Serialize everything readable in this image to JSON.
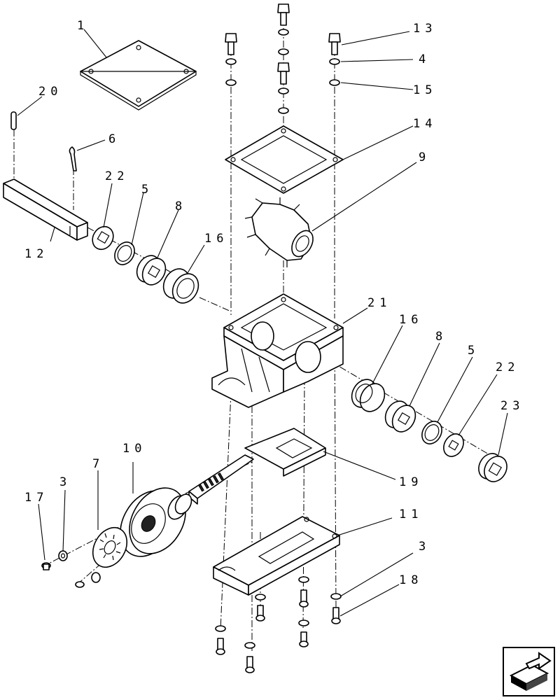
{
  "diagram": {
    "callouts": [
      {
        "id": "1",
        "text": "1"
      },
      {
        "id": "3a",
        "text": "3"
      },
      {
        "id": "3b",
        "text": "3"
      },
      {
        "id": "4",
        "text": "4"
      },
      {
        "id": "5a",
        "text": "5"
      },
      {
        "id": "5b",
        "text": "5"
      },
      {
        "id": "6",
        "text": "6"
      },
      {
        "id": "7",
        "text": "7"
      },
      {
        "id": "8a",
        "text": "8"
      },
      {
        "id": "8b",
        "text": "8"
      },
      {
        "id": "9",
        "text": "9"
      },
      {
        "id": "10",
        "text": "10"
      },
      {
        "id": "11",
        "text": "11"
      },
      {
        "id": "12",
        "text": "12"
      },
      {
        "id": "13",
        "text": "13"
      },
      {
        "id": "14",
        "text": "14"
      },
      {
        "id": "15",
        "text": "15"
      },
      {
        "id": "16a",
        "text": "16"
      },
      {
        "id": "16b",
        "text": "16"
      },
      {
        "id": "17",
        "text": "17"
      },
      {
        "id": "18",
        "text": "18"
      },
      {
        "id": "19",
        "text": "19"
      },
      {
        "id": "20",
        "text": "20"
      },
      {
        "id": "21",
        "text": "21"
      },
      {
        "id": "22a",
        "text": "22"
      },
      {
        "id": "22b",
        "text": "22"
      },
      {
        "id": "23",
        "text": "23"
      }
    ],
    "nav_icon": "next-page-arrow-icon"
  }
}
